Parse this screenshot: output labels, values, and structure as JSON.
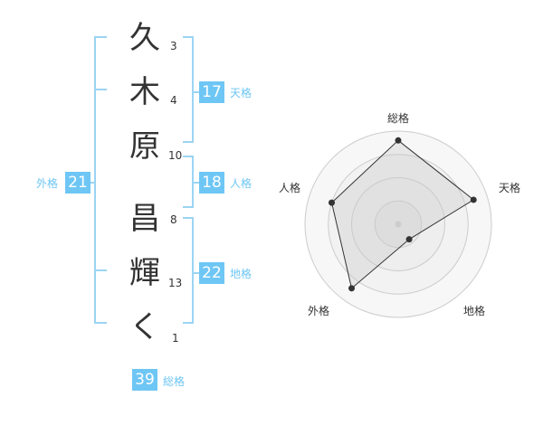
{
  "name": {
    "characters": [
      {
        "char": "久",
        "strokes": "3"
      },
      {
        "char": "木",
        "strokes": "4"
      },
      {
        "char": "原",
        "strokes": "10"
      },
      {
        "char": "昌",
        "strokes": "8"
      },
      {
        "char": "輝",
        "strokes": "13"
      },
      {
        "char": "く",
        "strokes": "1"
      }
    ]
  },
  "fortunes": {
    "tenkaku": {
      "value": "17",
      "label": "天格"
    },
    "jinkaku": {
      "value": "18",
      "label": "人格"
    },
    "chikaku": {
      "value": "22",
      "label": "地格"
    },
    "gaikaku": {
      "value": "21",
      "label": "外格"
    },
    "soukaku": {
      "value": "39",
      "label": "総格"
    }
  },
  "colors": {
    "accent": "#6ec6f5",
    "bracket": "#9bd4f3",
    "text": "#333333"
  },
  "chart_data": {
    "type": "radar",
    "axes": [
      "総格",
      "天格",
      "地格",
      "外格",
      "人格"
    ],
    "values": [
      0.9,
      0.85,
      0.2,
      0.85,
      0.75
    ],
    "rings": 4,
    "max": 1
  }
}
